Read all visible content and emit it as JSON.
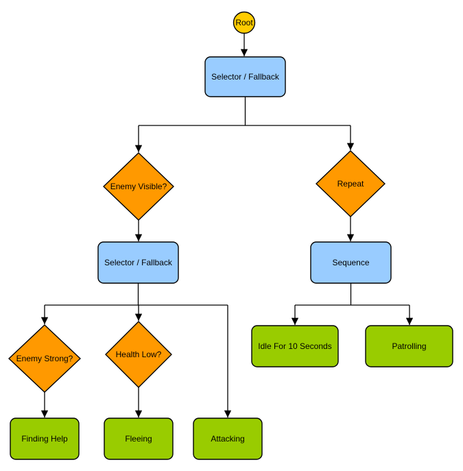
{
  "diagram": {
    "kind": "behavior-tree-flowchart",
    "colors": {
      "root_fill": "#FFCC00",
      "composite_fill": "#99CCFF",
      "condition_fill": "#FF9900",
      "action_fill": "#99CC00",
      "stroke": "#000000",
      "background": "#FFFFFF"
    },
    "nodes": {
      "root": {
        "label": "Root",
        "shape": "circle"
      },
      "selector_fallback_1": {
        "label": "Selector / Fallback",
        "shape": "rounded-rect"
      },
      "enemy_visible": {
        "label": "Enemy Visible?",
        "shape": "diamond"
      },
      "repeat": {
        "label": "Repeat",
        "shape": "diamond"
      },
      "selector_fallback_2": {
        "label": "Selector / Fallback",
        "shape": "rounded-rect"
      },
      "sequence": {
        "label": "Sequence",
        "shape": "rounded-rect"
      },
      "enemy_strong": {
        "label": "Enemy Strong?",
        "shape": "diamond"
      },
      "health_low": {
        "label": "Health Low?",
        "shape": "diamond"
      },
      "finding_help": {
        "label": "Finding Help",
        "shape": "rounded-rect"
      },
      "fleeing": {
        "label": "Fleeing",
        "shape": "rounded-rect"
      },
      "attacking": {
        "label": "Attacking",
        "shape": "rounded-rect"
      },
      "idle_for_10_seconds": {
        "label": "Idle For 10 Seconds",
        "shape": "rounded-rect"
      },
      "patrolling": {
        "label": "Patrolling",
        "shape": "rounded-rect"
      }
    },
    "edges": [
      {
        "from": "root",
        "to": "selector_fallback_1"
      },
      {
        "from": "selector_fallback_1",
        "to": "enemy_visible"
      },
      {
        "from": "selector_fallback_1",
        "to": "repeat"
      },
      {
        "from": "enemy_visible",
        "to": "selector_fallback_2"
      },
      {
        "from": "repeat",
        "to": "sequence"
      },
      {
        "from": "selector_fallback_2",
        "to": "enemy_strong"
      },
      {
        "from": "selector_fallback_2",
        "to": "health_low"
      },
      {
        "from": "selector_fallback_2",
        "to": "attacking"
      },
      {
        "from": "enemy_strong",
        "to": "finding_help"
      },
      {
        "from": "health_low",
        "to": "fleeing"
      },
      {
        "from": "sequence",
        "to": "idle_for_10_seconds"
      },
      {
        "from": "sequence",
        "to": "patrolling"
      }
    ]
  }
}
